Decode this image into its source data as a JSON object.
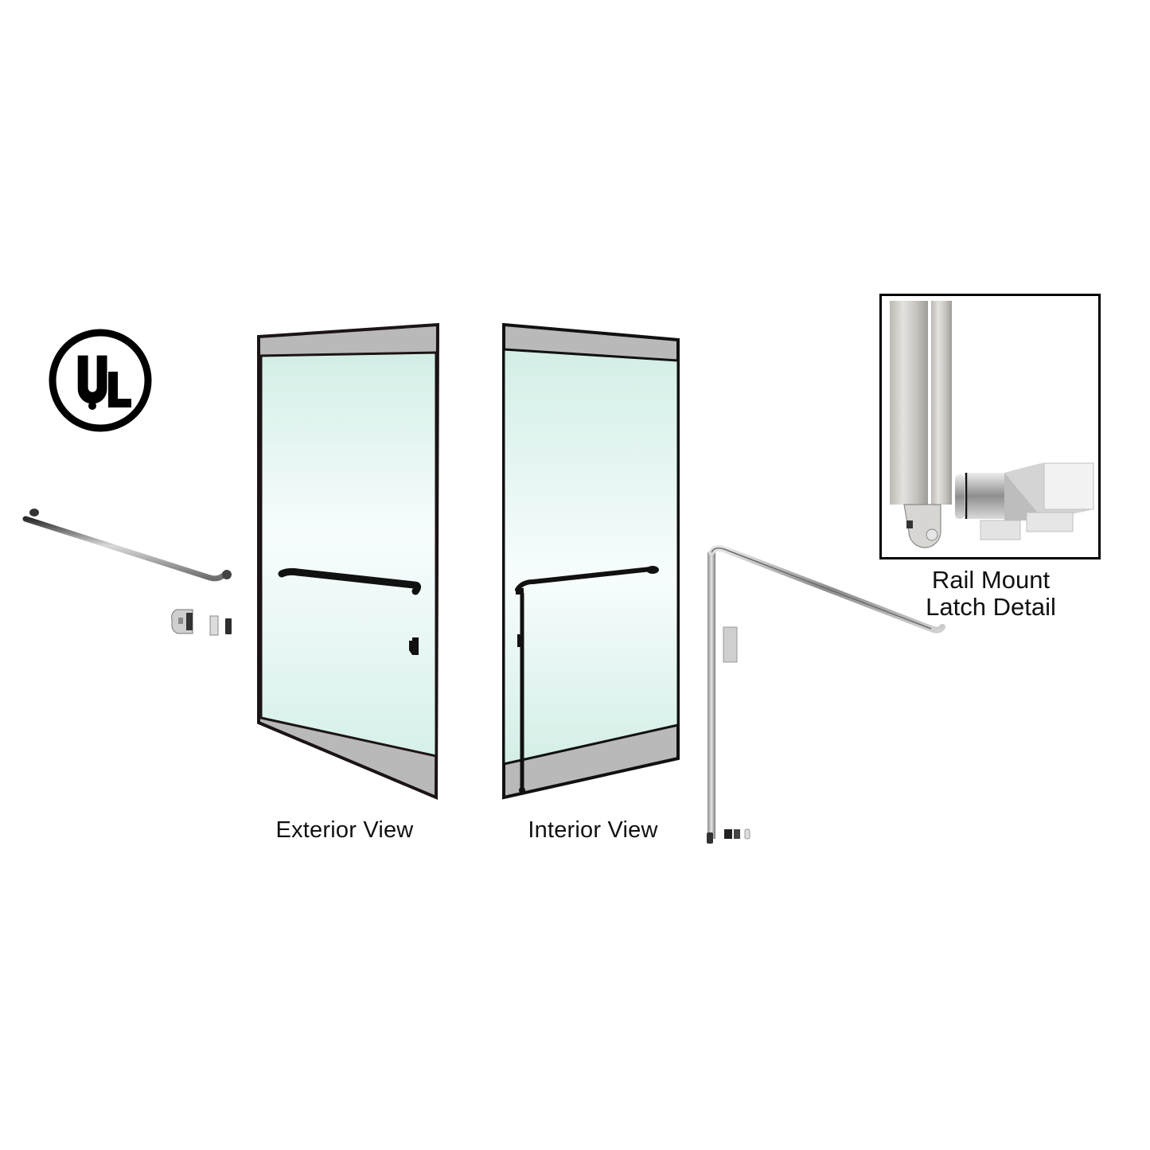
{
  "page": {
    "background": "#ffffff"
  },
  "ul_logo": {
    "mark": "UL",
    "icon": "ul-certification-icon",
    "color": "#000000"
  },
  "parts": {
    "push_bar": {
      "icon": "push-bar-handle-icon"
    },
    "latch_components": {
      "icon": "latch-hardware-icon",
      "count": 3
    },
    "panic_rail": {
      "icon": "panic-rail-icon"
    }
  },
  "views": [
    {
      "id": "exterior",
      "label": "Exterior View",
      "frame_color": "#1a1414",
      "glass_color": "#dff2ee",
      "rail_color": "#b8b8b8"
    },
    {
      "id": "interior",
      "label": "Interior View",
      "frame_color": "#111111",
      "glass_color": "#dff2ee",
      "rail_color": "#b8b8b8"
    }
  ],
  "detail": {
    "caption_line1": "Rail Mount",
    "caption_line2": "Latch Detail",
    "border_color": "#000000"
  }
}
